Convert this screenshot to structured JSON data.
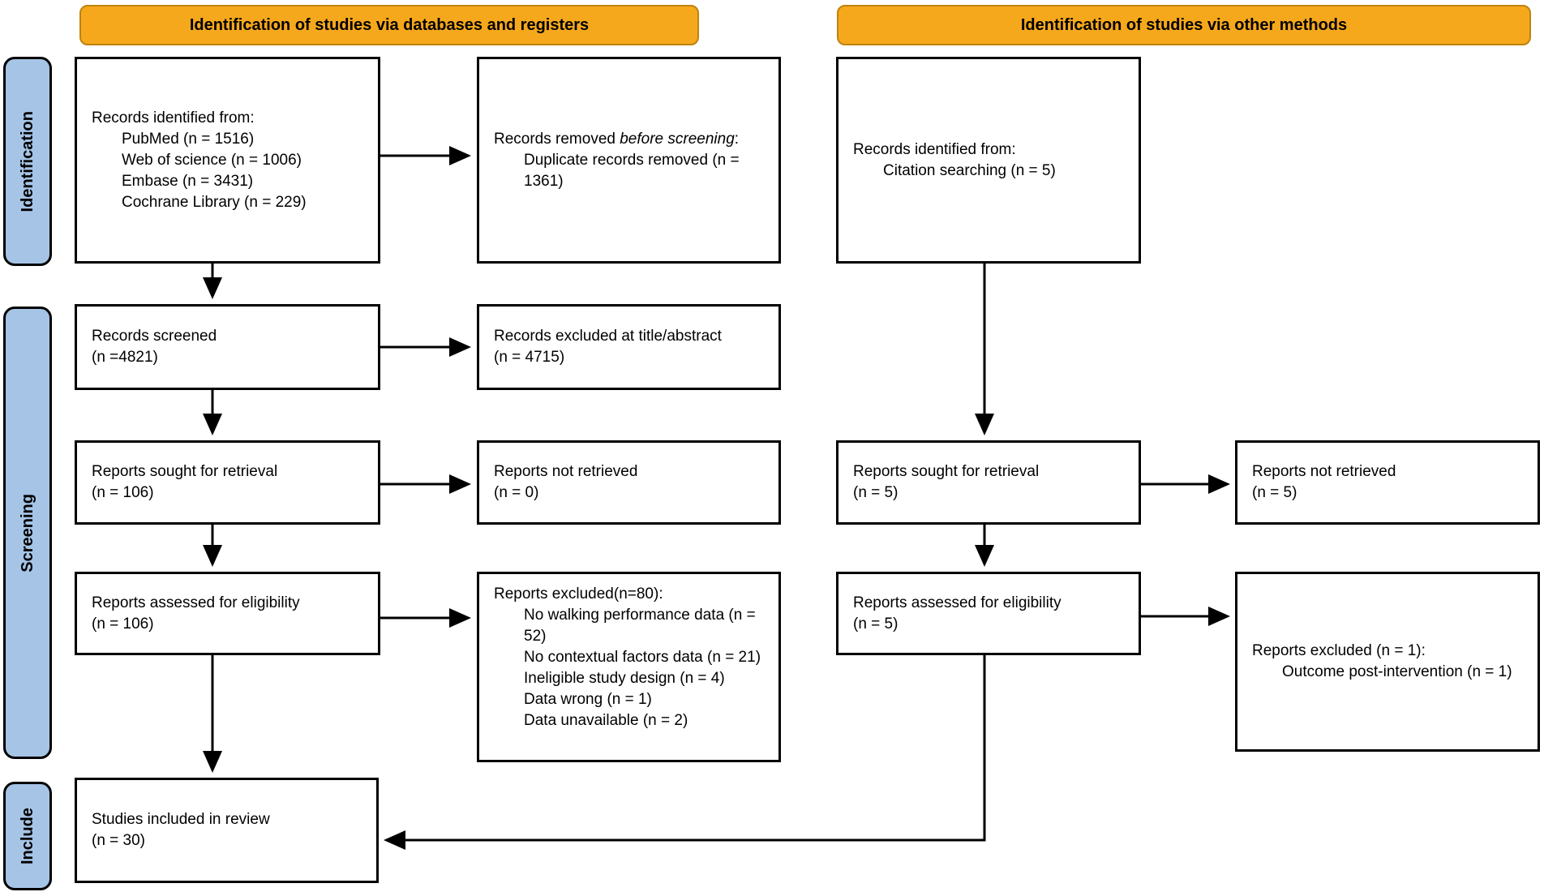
{
  "headers": {
    "left": "Identification of studies via databases and registers",
    "right": "Identification of studies via other methods"
  },
  "sidebar": {
    "identification": "Identification",
    "screening": "Screening",
    "include": "Include"
  },
  "colors": {
    "header_fill": "#F6A81C",
    "header_border": "#BE830E",
    "sidebar_fill": "#A6C4E6"
  },
  "boxes": {
    "records_identified_db": {
      "title": "Records identified from:",
      "items": [
        "PubMed (n = 1516)",
        "Web of science (n = 1006)",
        "Embase (n = 3431)",
        "Cochrane Library (n = 229)"
      ]
    },
    "records_removed": {
      "line1_prefix": "Records removed ",
      "line1_italic": "before screening",
      "line1_suffix": ":",
      "items": [
        "Duplicate records removed (n = 1361)"
      ]
    },
    "records_screened": {
      "line1": "Records screened",
      "line2": "(n =4821)"
    },
    "records_excluded": {
      "line1": "Records excluded at title/abstract",
      "line2": "(n = 4715)"
    },
    "reports_sought_db": {
      "line1": "Reports sought for retrieval",
      "line2": "(n = 106)"
    },
    "reports_not_retrieved_db": {
      "line1": "Reports not retrieved",
      "line2": "(n = 0)"
    },
    "reports_assessed_db": {
      "line1": "Reports assessed for eligibility",
      "line2": "(n = 106)"
    },
    "reports_excluded_db": {
      "title": "Reports excluded(n=80):",
      "items": [
        "No walking performance data (n = 52)",
        "No contextual factors data (n = 21)",
        "Ineligible study design (n = 4)",
        "Data wrong (n = 1)",
        "Data unavailable (n = 2)"
      ]
    },
    "studies_included": {
      "line1": "Studies included in review",
      "line2": "(n = 30)"
    },
    "records_identified_other": {
      "title": "Records identified from:",
      "items": [
        "Citation searching (n = 5)"
      ]
    },
    "reports_sought_other": {
      "line1": "Reports sought for retrieval",
      "line2": "(n = 5)"
    },
    "reports_not_retrieved_other": {
      "line1": "Reports not retrieved",
      "line2": "(n = 5)"
    },
    "reports_assessed_other": {
      "line1": "Reports assessed for eligibility",
      "line2": "(n = 5)"
    },
    "reports_excluded_other": {
      "title": "Reports excluded (n = 1):",
      "items": [
        "Outcome post-intervention (n = 1)"
      ]
    }
  }
}
